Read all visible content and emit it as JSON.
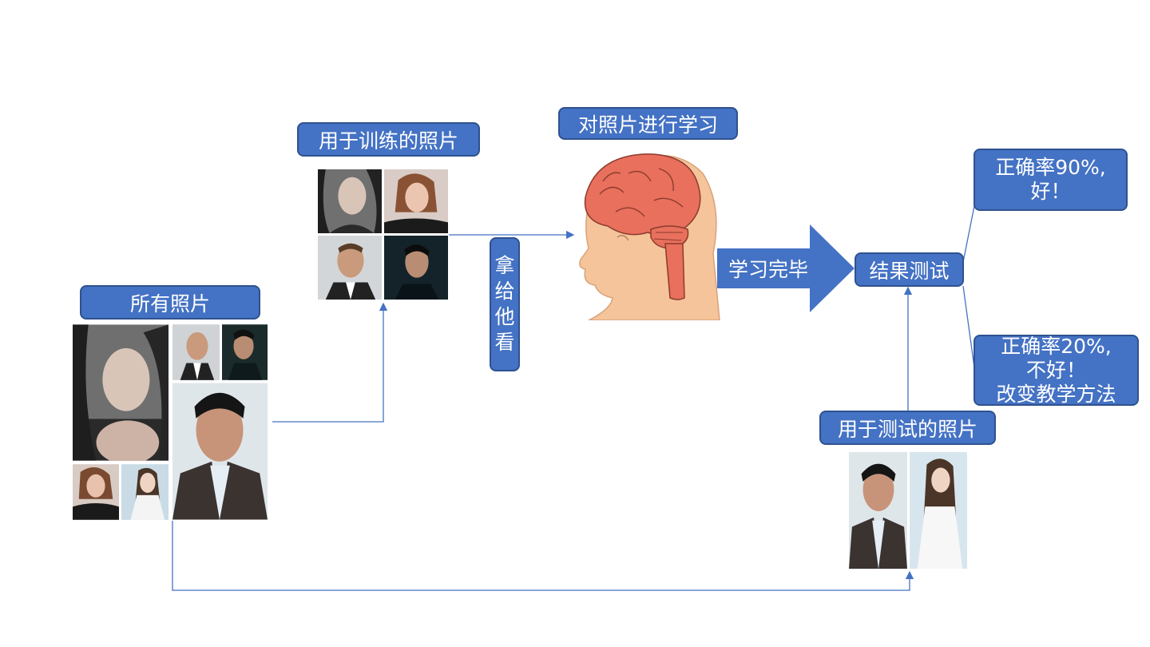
{
  "labels": {
    "all_photos": "所有照片",
    "training_photos": "用于训练的照片",
    "show_him": [
      "拿",
      "给",
      "他",
      "看"
    ],
    "learn_photos": "对照片进行学习",
    "learning_done": "学习完毕",
    "result_test": "结果测试",
    "test_photos": "用于测试的照片",
    "good_result": [
      "正确率90%,",
      "好！"
    ],
    "bad_result": [
      "正确率20%,",
      "不好！",
      "改变教学方法"
    ]
  },
  "colors": {
    "box_fill": "#4472c4",
    "box_border": "#2f528f",
    "connector": "#4472c4",
    "text": "#ffffff",
    "brain": "#e8705c",
    "skin": "#f5c49a"
  },
  "icons": {
    "child_head_with_brain": "brain-illustration",
    "block_arrow": "right-block-arrow",
    "portraits": [
      "woman-portrait",
      "man-portrait"
    ]
  }
}
